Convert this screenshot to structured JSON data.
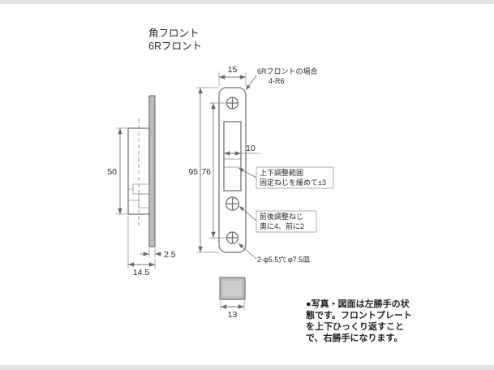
{
  "title": {
    "line1": "角フロント",
    "line2": "6Rフロント"
  },
  "dims": {
    "front_width": "15",
    "front_height": "95",
    "hole_spacing": "76",
    "slot_width": "10",
    "case_height": "50",
    "plate_thickness": "2.5",
    "side_depth": "14.5",
    "latch_width": "13"
  },
  "callouts": {
    "corner": {
      "line1": "6Rフロントの場合",
      "line2": "4-R6"
    },
    "vertical_adjust": {
      "line1": "上下調整範囲",
      "line2": "固定ねじを緩めて±3"
    },
    "screw_adjust": {
      "line1": "前後調整ねじ",
      "line2": "奥に4、前に2"
    },
    "holes": {
      "line1": "2-φ5.5穴 φ7.5皿"
    }
  },
  "footer_note": {
    "line1": "●写真・図面は左勝手の状",
    "line2": "態です。フロントプレート",
    "line3": "を上下ひっくり返すこと",
    "line4": "で、右勝手になります。"
  },
  "colors": {
    "line": "#6a6a6a",
    "text": "#2b2b2b",
    "plate_gray": "#bdbdbd",
    "page_edge": "#e2e2e2"
  }
}
